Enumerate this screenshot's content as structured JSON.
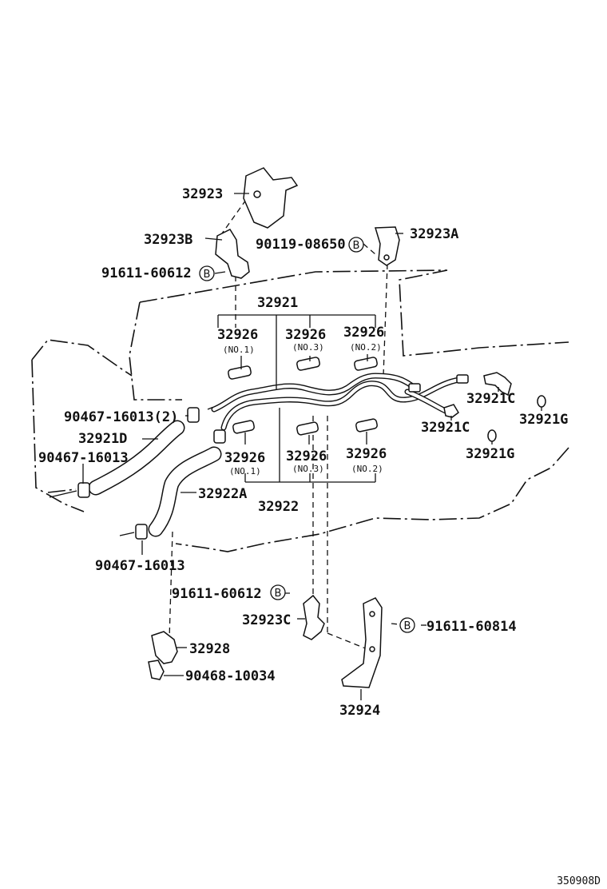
{
  "diagram": {
    "catalog_code": "350908D",
    "callout_marker": "B",
    "labels": {
      "p32923": "32923",
      "p32923B": "32923B",
      "p32923A": "32923A",
      "p90119": "90119-08650",
      "p91611_top": "91611-60612",
      "p32921": "32921",
      "p32926_u1": "32926",
      "p32926_u3": "32926",
      "p32926_u2": "32926",
      "no1_u": "(NO.1)",
      "no3_u": "(NO.3)",
      "no2_u": "(NO.2)",
      "p90467_2": "90467-16013(2)",
      "p32921D": "32921D",
      "p90467_a": "90467-16013",
      "p32926_l1": "32926",
      "p32926_l3": "32926",
      "p32926_l2": "32926",
      "no1_l": "(NO.1)",
      "no3_l": "(NO.3)",
      "no2_l": "(NO.2)",
      "p32922A": "32922A",
      "p32922": "32922",
      "p32921C_a": "32921C",
      "p32921C_b": "32921C",
      "p32921G_a": "32921G",
      "p32921G_b": "32921G",
      "p90467_b": "90467-16013",
      "p91611_mid": "91611-60612",
      "p32923C": "32923C",
      "p91611_814": "91611-60814",
      "p32928": "32928",
      "p90468": "90468-10034",
      "p32924": "32924"
    }
  }
}
